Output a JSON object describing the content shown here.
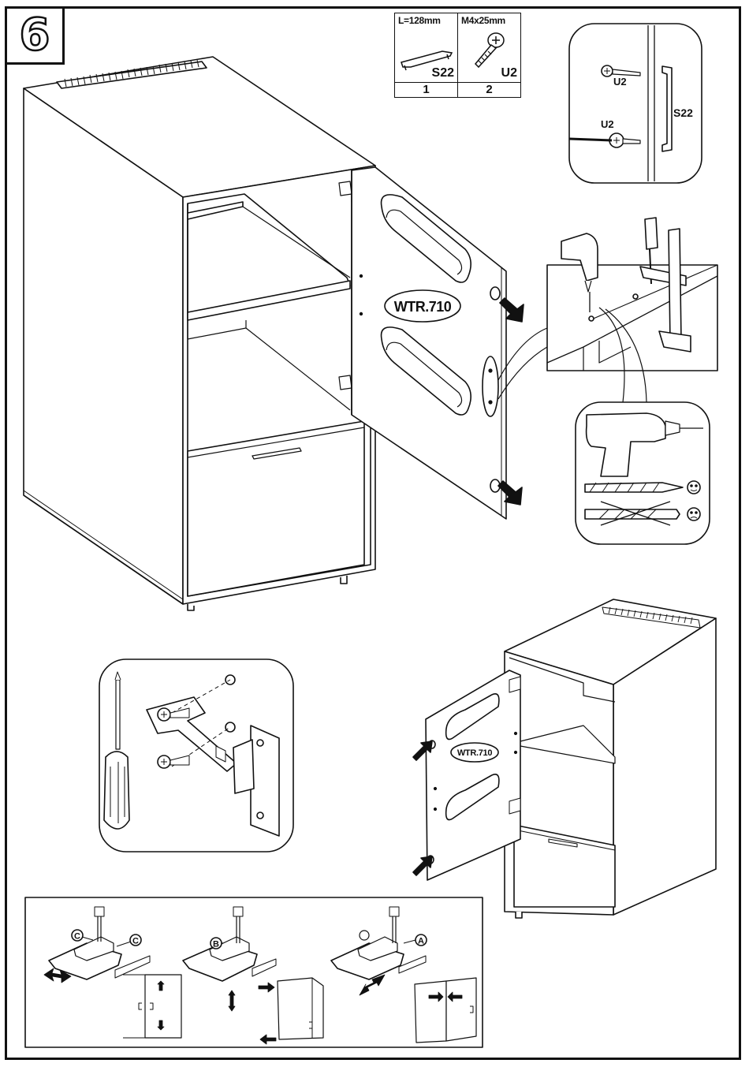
{
  "step": {
    "number": "6"
  },
  "parts": [
    {
      "size": "L=128mm",
      "code": "S22",
      "quantity": "1",
      "icon": "handle-icon"
    },
    {
      "size": "M4x25mm",
      "code": "U2",
      "quantity": "2",
      "icon": "screw-icon"
    }
  ],
  "handle_detail": {
    "screw_label_top": "U2",
    "screw_label_bottom": "U2",
    "handle_label": "S22"
  },
  "door_label": {
    "main": "WTR.710",
    "secondary": "WTR.710"
  },
  "hinge_adjust": {
    "callouts": [
      "C",
      "C",
      "B",
      "A"
    ]
  }
}
